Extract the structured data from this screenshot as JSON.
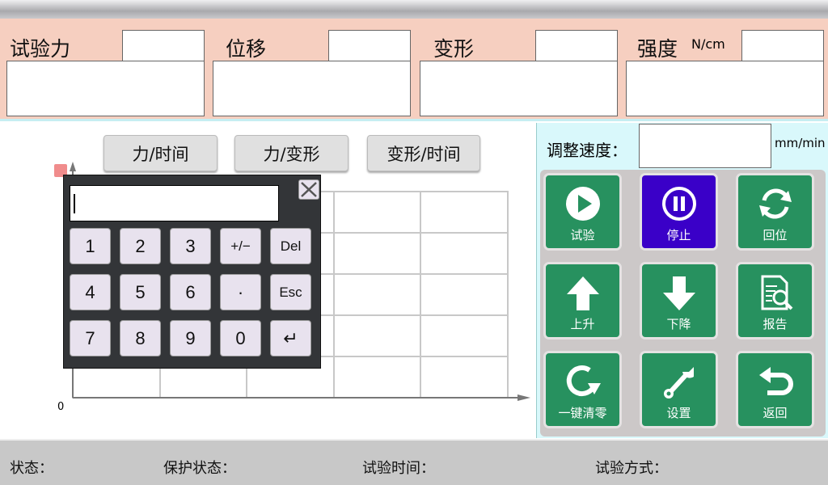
{
  "readouts": [
    {
      "label": "试验力",
      "unit": ""
    },
    {
      "label": "位移",
      "unit": ""
    },
    {
      "label": "变形",
      "unit": ""
    },
    {
      "label": "强度",
      "unit": "N/cm"
    }
  ],
  "tabs": [
    "力/时间",
    "力/变形",
    "变形/时间"
  ],
  "chart": {
    "origin_label": "0"
  },
  "keypad": {
    "keys": [
      "1",
      "2",
      "3",
      "+/−",
      "Del",
      "4",
      "5",
      "6",
      "·",
      "Esc",
      "7",
      "8",
      "9",
      "0",
      "↵"
    ]
  },
  "speed": {
    "label": "调整速度：",
    "unit": "mm/min",
    "value": ""
  },
  "buttons": [
    {
      "label": "试验",
      "icon": "play-icon",
      "color": "#27915f"
    },
    {
      "label": "停止",
      "icon": "pause-icon",
      "color": "#3a00c8"
    },
    {
      "label": "回位",
      "icon": "refresh-icon",
      "color": "#27915f"
    },
    {
      "label": "上升",
      "icon": "arrow-up-icon",
      "color": "#27915f"
    },
    {
      "label": "下降",
      "icon": "arrow-down-icon",
      "color": "#27915f"
    },
    {
      "label": "报告",
      "icon": "report-icon",
      "color": "#27915f"
    },
    {
      "label": "一键清零",
      "icon": "reset-icon",
      "color": "#27915f"
    },
    {
      "label": "设置",
      "icon": "wrench-icon",
      "color": "#27915f"
    },
    {
      "label": "返回",
      "icon": "return-icon",
      "color": "#27915f"
    }
  ],
  "status": [
    "状态：",
    "保护状态：",
    "试验时间：",
    "试验方式："
  ]
}
